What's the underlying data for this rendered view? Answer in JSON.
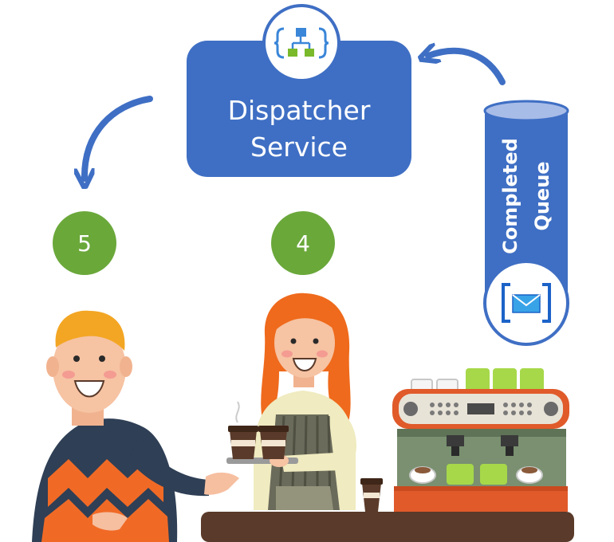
{
  "dispatcher": {
    "line1": "Dispatcher",
    "line2": "Service",
    "icon": "logic-app-icon"
  },
  "queue": {
    "line1": "Completed",
    "line2": "Queue",
    "icon": "queue-message-icon"
  },
  "steps": [
    {
      "label": "5"
    },
    {
      "label": "4"
    }
  ],
  "colors": {
    "service_blue": "#3f6fc4",
    "arrow_blue": "#3f6fc4",
    "step_green": "#6aa83a",
    "counter_brown": "#5a3a2a",
    "machine_red": "#e05a2a",
    "cup_green": "#a6d84a"
  }
}
